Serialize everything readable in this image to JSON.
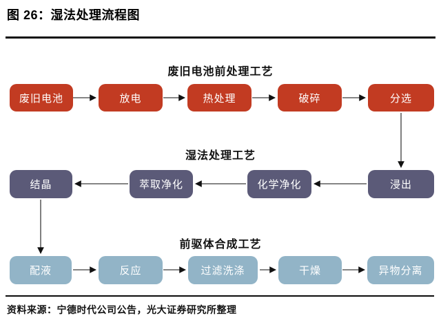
{
  "header": {
    "title": "图 26：湿法处理流程图"
  },
  "flow": {
    "sections": [
      {
        "label": "废旧电池前处理工艺",
        "direction": "left-to-right",
        "box_color": "#c23b22",
        "boxes": [
          {
            "label": "废旧电池"
          },
          {
            "label": "放电"
          },
          {
            "label": "热处理"
          },
          {
            "label": "破碎"
          },
          {
            "label": "分选"
          }
        ]
      },
      {
        "label": "湿法处理工艺",
        "direction": "right-to-left",
        "box_color": "#5b5a78",
        "boxes": [
          {
            "label": "结晶"
          },
          {
            "label": "萃取净化"
          },
          {
            "label": "化学净化"
          },
          {
            "label": "浸出"
          }
        ]
      },
      {
        "label": "前驱体合成工艺",
        "direction": "left-to-right",
        "box_color": "#92b4c7",
        "boxes": [
          {
            "label": "配液"
          },
          {
            "label": "反应"
          },
          {
            "label": "过滤洗涤"
          },
          {
            "label": "干燥"
          },
          {
            "label": "异物分离"
          }
        ]
      }
    ],
    "cross_links": [
      {
        "from": "分选",
        "to": "浸出"
      },
      {
        "from": "结晶",
        "to": "配液"
      }
    ]
  },
  "colors": {
    "pretreatment_box": "#c23b22",
    "hydromet_box": "#5b5a78",
    "precursor_box": "#92b4c7",
    "arrow_line": "#3a3a3a",
    "arrow_head": "#111111",
    "divider": "#0a0a0a"
  },
  "footer": {
    "source": "资料来源：宁德时代公司公告，光大证券研究所整理"
  }
}
